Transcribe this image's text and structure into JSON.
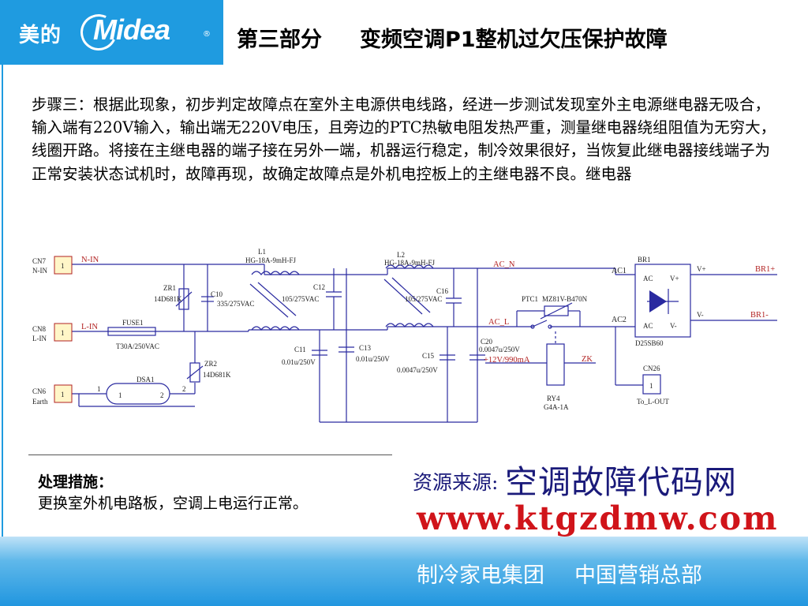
{
  "header": {
    "logo_cn": "美的",
    "logo_en": "Midea",
    "logo_reg": "®",
    "section": "第三部分",
    "title": "变频空调P1整机过欠压保护故障"
  },
  "body": {
    "paragraph": "步骤三：根据此现象，初步判定故障点在室外主电源供电线路，经进一步测试发现室外主电源继电器无吸合，输入端有220V输入，输出端无220V电压，且旁边的PTC热敏电阻发热严重，测量继电器绕组阻值为无穷大，线圈开路。将接在主继电器的端子接在另外一端，机器运行稳定，制冷效果很好，当恢复此继电器接线端子为正常安装状态试机时，故障再现，故确定故障点是外机电控板上的主继电器不良。继电器"
  },
  "circuit": {
    "cn7_line1": "CN7",
    "cn7_line2": "N-IN",
    "cn8_line1": "CN8",
    "cn8_line2": "L-IN",
    "cn6_line1": "CN6",
    "cn6_line2": "Earth",
    "pin1": "1",
    "pin2": "2",
    "n_in": "N-IN",
    "l_in": "L-IN",
    "fuse": "FUSE1",
    "fuse_val": "T30A/250VAC",
    "zr1": "ZR1",
    "zr1_val": "14D681K",
    "zr2": "ZR2",
    "zr2_val": "14D681K",
    "c10": "C10",
    "c10_val": "335/275VAC",
    "l1": "L1",
    "l1_val": "HG-18A-9mH-FJ",
    "l2": "L2",
    "l2_val": "HG-18A-9mH-FJ",
    "c12": "C12",
    "c12_val": "105/275VAC",
    "c16": "C16",
    "c16_val": "105/275VAC",
    "c11": "C11",
    "c11_val": "0.01u/250V",
    "c13": "C13",
    "c13_val": "0.01u/250V",
    "c15": "C15",
    "c15_val": "0.0047u/250V",
    "c20": "C20",
    "c20_val": "0.0047u/250V",
    "dsa1": "DSA1",
    "ac_n": "AC_N",
    "ac_l": "AC_L",
    "ptc1": "PTC1",
    "ptc_val": "MZ81V-B470N",
    "relay_supply": "+12V/990mA",
    "zk": "ZK",
    "ry4": "RY4",
    "ry4_val": "G4A-1A",
    "br1": "BR1",
    "ac1": "AC1",
    "ac2": "AC2",
    "ac_top": "AC",
    "ac_bot": "AC",
    "vplus_in": "V+",
    "vminus_in": "V-",
    "vplus": "V+",
    "vminus": "V-",
    "br1plus": "BR1+",
    "br1minus": "BR1-",
    "bridge_part": "D25SB60",
    "cn26": "CN26",
    "to_l_out": "To_L-OUT"
  },
  "measures": {
    "title": "处理措施：",
    "text": "更换室外机电路板，空调上电运行正常。"
  },
  "watermark": {
    "label": "资源来源:",
    "main": "空调故障代码网",
    "url": "www.ktgzdmw.com"
  },
  "footer": {
    "group": "制冷家电集团",
    "dept": "中国营销总部"
  },
  "colors": {
    "brand_blue": "#1f9be0",
    "wire": "#2a2aa0",
    "label_red": "#b22222",
    "url_red": "#d0141a"
  }
}
